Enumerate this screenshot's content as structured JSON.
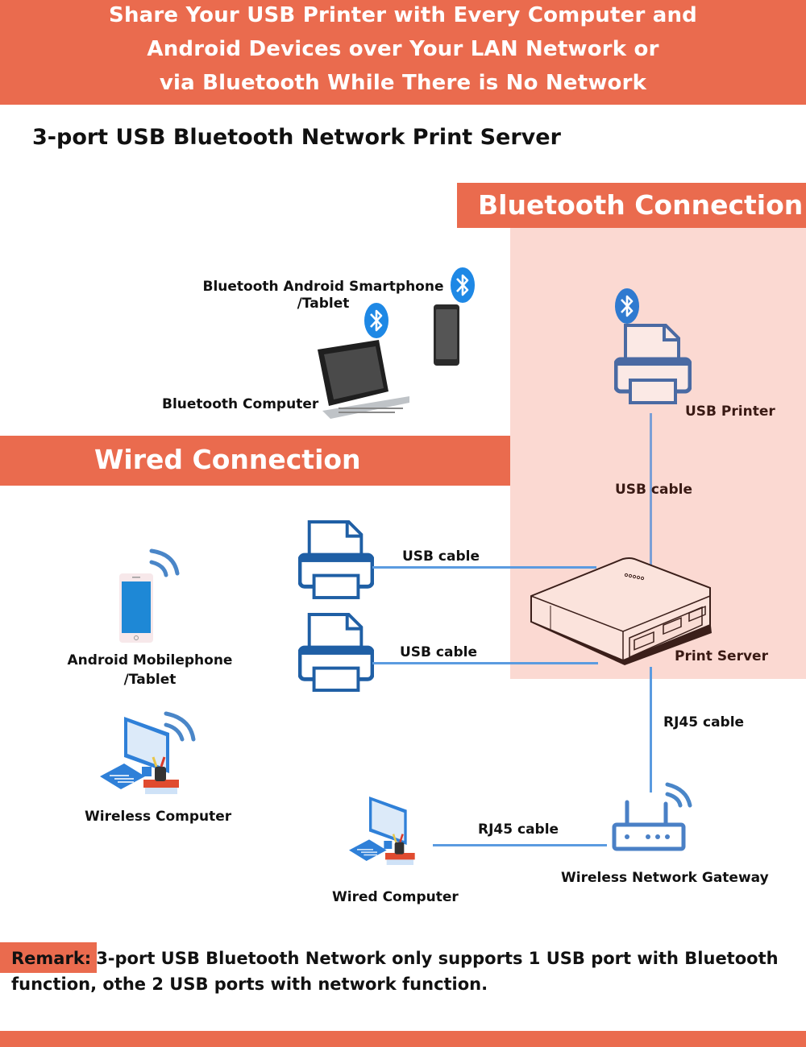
{
  "header": {
    "lines": [
      "Share Your USB Printer with Every Computer and",
      "Android Devices over Your LAN Network or",
      "via Bluetooth While There is No Network"
    ]
  },
  "subtitle": "3-port USB Bluetooth Network Print Server",
  "sections": {
    "bluetooth": "Bluetooth Connection",
    "wired": "Wired Connection"
  },
  "nodes": {
    "bt_smartphone": {
      "line1": "Bluetooth Android Smartphone",
      "line2": "/Tablet"
    },
    "bt_computer": "Bluetooth Computer",
    "usb_printer_bt": "USB Printer",
    "print_server": "Print Server",
    "android_mobile": {
      "line1": "Android Mobilephone",
      "line2": "/Tablet"
    },
    "wireless_computer": "Wireless Computer",
    "wired_computer": "Wired Computer",
    "gateway": "Wireless Network Gateway"
  },
  "cables": {
    "usb_bt": "USB cable",
    "usb_1": "USB cable",
    "usb_2": "USB cable",
    "rj45_server": "RJ45 cable",
    "rj45_computer": "RJ45 cable"
  },
  "remark": {
    "tag": "Remark:",
    "text": "3-port USB Bluetooth Network only supports 1 USB port with Bluetooth function, othe 2 USB ports with network function."
  },
  "colors": {
    "accent": "#ea6b4e",
    "bluetooth_zone": "#fbd9d2",
    "cable": "#5b9be0",
    "icon_blue": "#2f6fb8",
    "bluetooth_badge": "#1e88e5"
  }
}
